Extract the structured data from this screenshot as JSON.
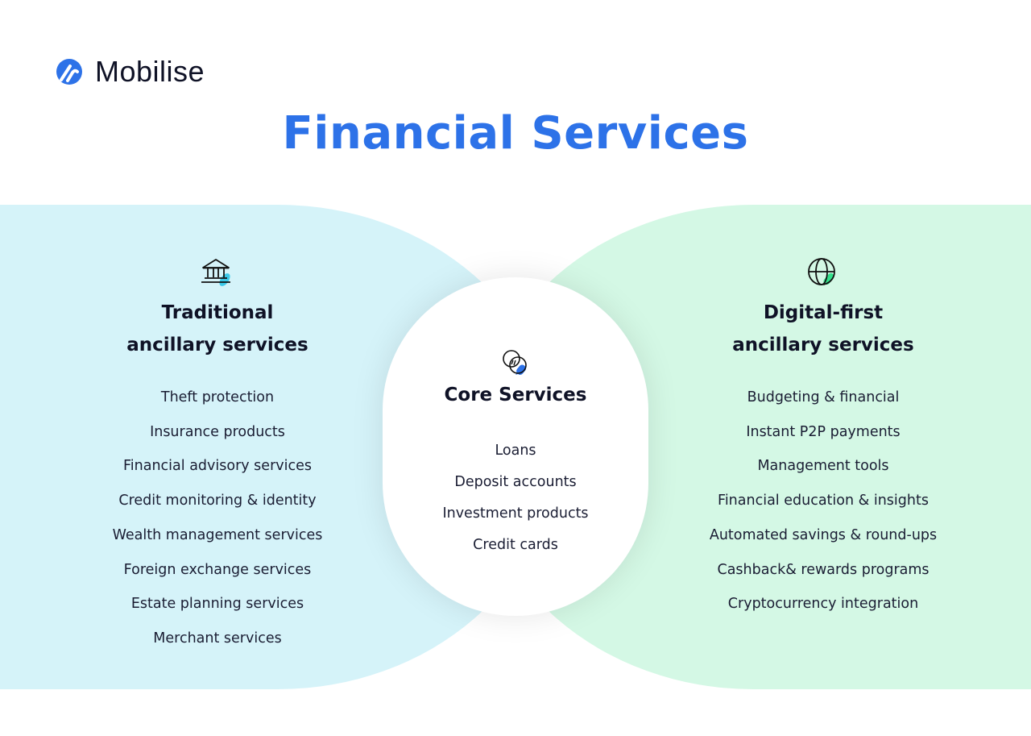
{
  "brand": {
    "name": "Mobilise",
    "logo_icon": "mobilise-logo-icon",
    "accent_color": "#2d72e8"
  },
  "title": "Financial Services",
  "colors": {
    "title": "#2d72e8",
    "left_panel_bg": "#d5f3f9",
    "right_panel_bg": "#d4f8e5",
    "core_bg": "#ffffff",
    "left_icon_accent": "#3cc8e8",
    "right_icon_accent": "#33e08a",
    "core_icon_accent": "#2d72e8",
    "text": "#0f1226"
  },
  "traditional": {
    "icon": "bank-icon",
    "title_line1": "Traditional",
    "title_line2": "ancillary services",
    "items": [
      "Theft protection",
      "Insurance products",
      "Financial advisory services",
      "Credit monitoring & identity",
      "Wealth management services",
      "Foreign exchange services",
      "Estate planning services",
      "Merchant services"
    ]
  },
  "core": {
    "icon": "overlapping-circles-icon",
    "title": "Core Services",
    "items": [
      "Loans",
      "Deposit accounts",
      "Investment products",
      "Credit cards"
    ]
  },
  "digital": {
    "icon": "globe-icon",
    "title_line1": "Digital-first",
    "title_line2": "ancillary services",
    "items": [
      "Budgeting & financial",
      "Instant P2P payments",
      "Management tools",
      "Financial education & insights",
      "Automated savings & round-ups",
      "Cashback& rewards programs",
      "Cryptocurrency integration"
    ]
  }
}
